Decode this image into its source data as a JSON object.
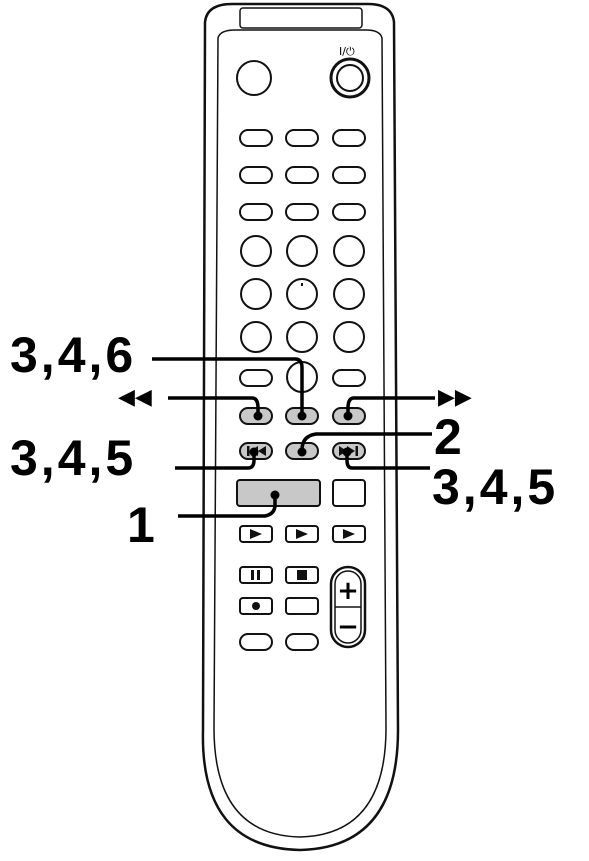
{
  "power_label": "I/⏻",
  "callouts": {
    "c346": "3,4,6",
    "c345_left": "3,4,5",
    "c2": "2",
    "c345_right": "3,4,5",
    "c1": "1"
  },
  "symbols": {
    "rewind": "◀◀",
    "fast_forward": "▶▶",
    "volume_plus": "+",
    "volume_minus": "−"
  }
}
